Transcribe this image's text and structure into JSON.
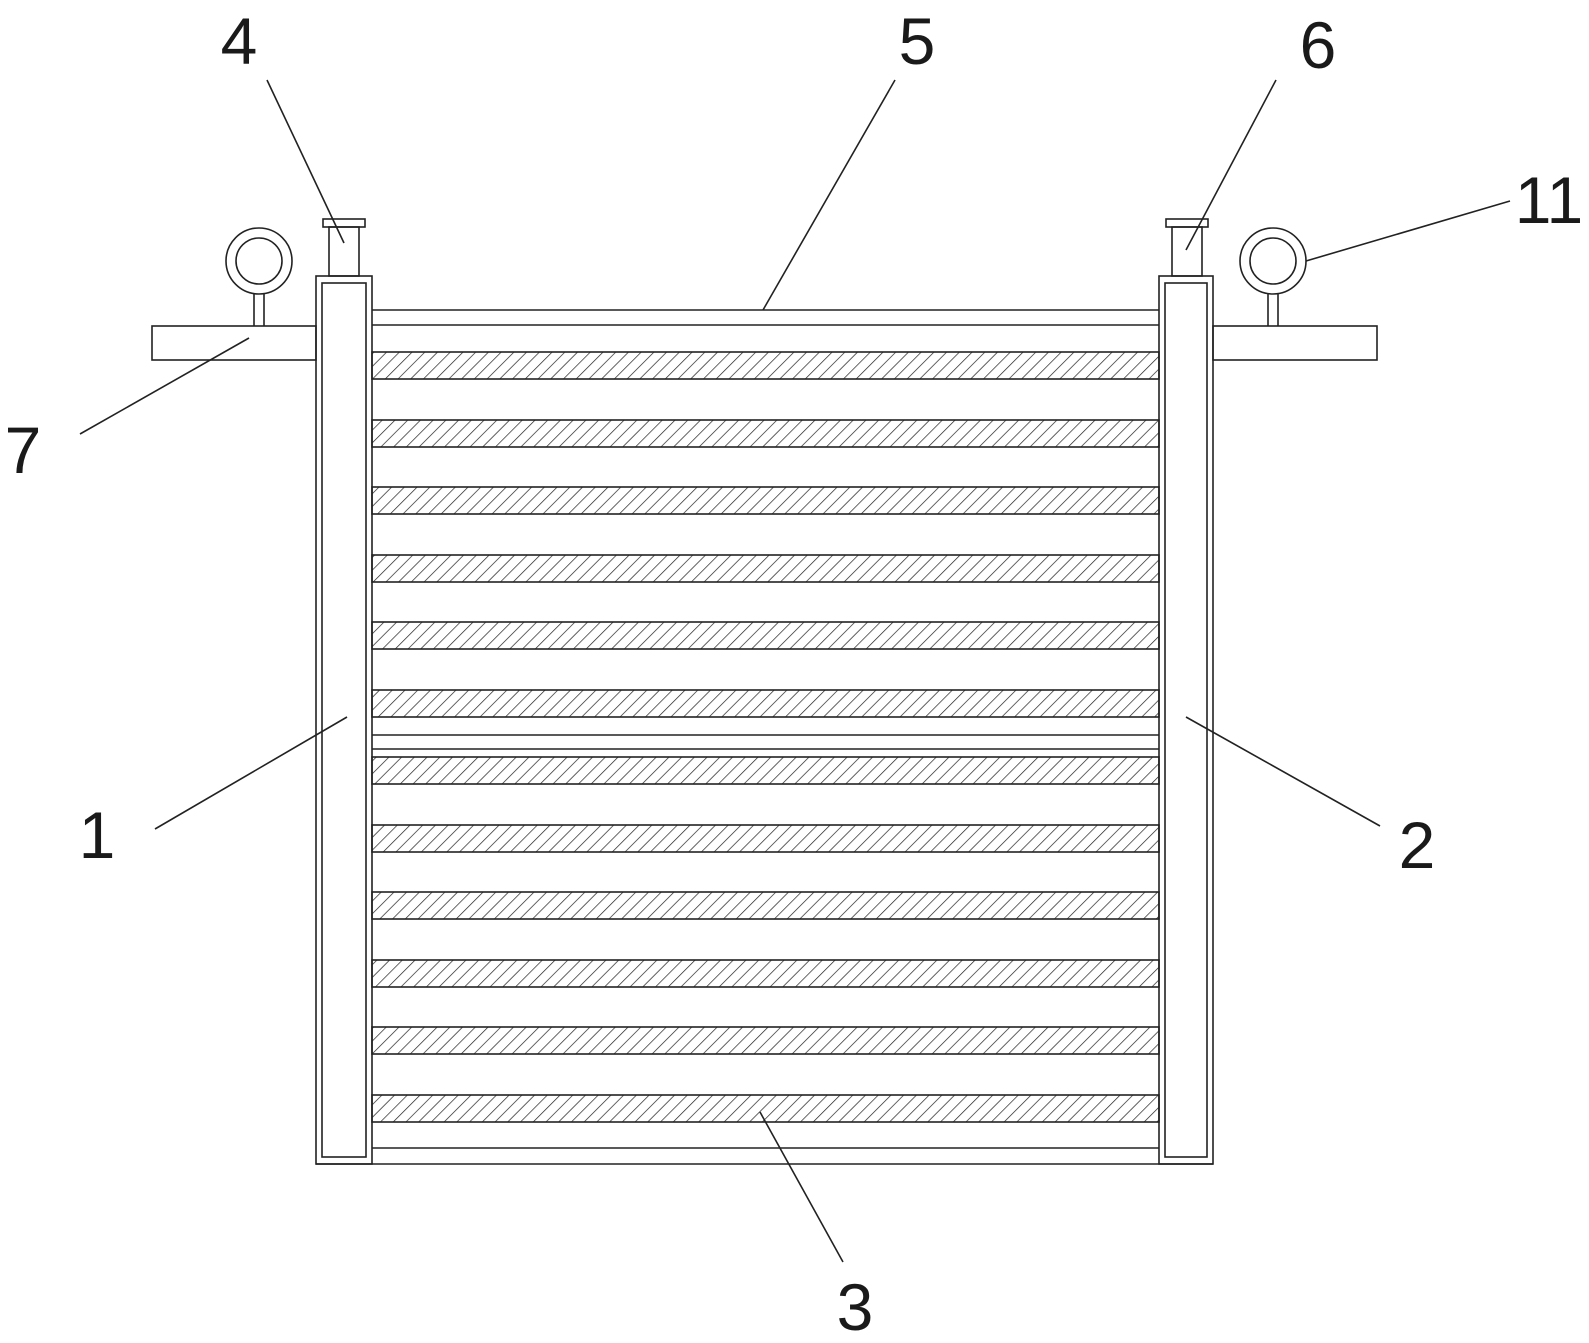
{
  "diagram": {
    "labels": {
      "left_header": "1",
      "right_header": "2",
      "tube": "3",
      "inlet_pipe": "4",
      "side_plate": "5",
      "outlet_pipe": "6",
      "mounting_bar": "7",
      "lifting_ring": "11"
    },
    "tube_count": 12
  }
}
